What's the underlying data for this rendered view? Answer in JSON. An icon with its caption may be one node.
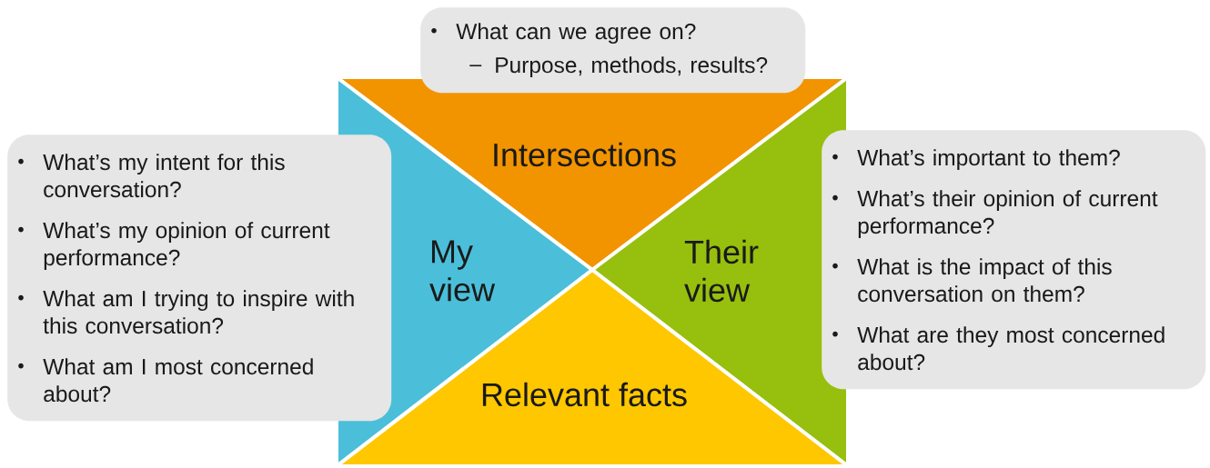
{
  "diagram": {
    "nodes": [
      {
        "text": [
          "Intersections"
        ]
      },
      {
        "text": [
          "My view"
        ]
      },
      {
        "text": [
          "Their view"
        ]
      },
      {
        "text": [
          "Relevant facts"
        ]
      },
      {
        "text": [
          "What can we agree on?",
          "Purpose, methods, results?"
        ]
      },
      {
        "text": [
          "What’s my intent for this conversation?",
          "What’s my opinion of current performance?",
          "What am I trying to inspire with this conversation?",
          "What am I most concerned about?"
        ]
      },
      {
        "text": [
          "What’s important to them?",
          "What’s their opinion of current performance?",
          "What is the impact of this conversation on them?",
          "What are they most concerned about?"
        ]
      }
    ]
  }
}
